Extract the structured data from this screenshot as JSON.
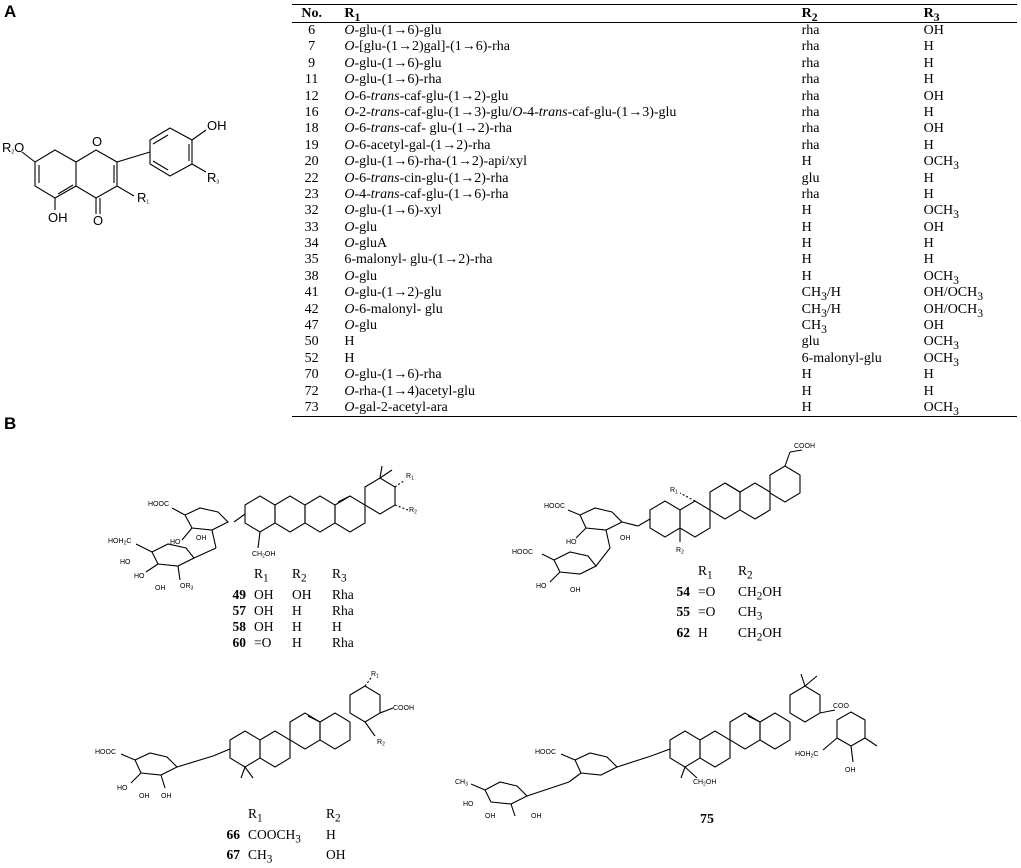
{
  "panel_labels": {
    "a": "A",
    "b": "B"
  },
  "table_a": {
    "headers": {
      "no": "No.",
      "r1": "R1",
      "r2": "R2",
      "r3": "R3"
    },
    "rows": [
      [
        "6",
        "O-glu-(1→6)-glu",
        "rha",
        "OH"
      ],
      [
        "7",
        "O-[glu-(1→2)gal]-(1→6)-rha",
        "rha",
        "H"
      ],
      [
        "9",
        "O-glu-(1→6)-glu",
        "rha",
        "H"
      ],
      [
        "11",
        "O-glu-(1→6)-rha",
        "rha",
        "H"
      ],
      [
        "12",
        "O-6-trans-caf-glu-(1→2)-glu",
        "rha",
        "OH"
      ],
      [
        "16",
        "O-2-trans-caf-glu-(1→3)-glu/O-4-trans-caf-glu-(1→3)-glu",
        "rha",
        "H"
      ],
      [
        "18",
        "O-6-trans-caf- glu-(1→2)-rha",
        "rha",
        "OH"
      ],
      [
        "19",
        "O-6-acetyl-gal-(1→2)-rha",
        "rha",
        "H"
      ],
      [
        "20",
        "O-glu-(1→6)-rha-(1→2)-api/xyl",
        "H",
        "OCH3"
      ],
      [
        "22",
        "O-6-trans-cin-glu-(1→2)-rha",
        "glu",
        "H"
      ],
      [
        "23",
        "O-4-trans-caf-glu-(1→6)-rha",
        "rha",
        "H"
      ],
      [
        "32",
        "O-glu-(1→6)-xyl",
        "H",
        "OCH3"
      ],
      [
        "33",
        "O-glu",
        "H",
        "OH"
      ],
      [
        "34",
        "O-gluA",
        "H",
        "H"
      ],
      [
        "35",
        "6-malonyl- glu-(1→2)-rha",
        "H",
        "H"
      ],
      [
        "38",
        "O-glu",
        "H",
        "OCH3"
      ],
      [
        "41",
        "O-glu-(1→2)-glu",
        "CH3/H",
        "OH/OCH3"
      ],
      [
        "42",
        "O-6-malonyl- glu",
        "CH3/H",
        "OH/OCH3"
      ],
      [
        "47",
        "O-glu",
        "CH3",
        "OH"
      ],
      [
        "50",
        "H",
        "glu",
        "OCH3"
      ],
      [
        "52",
        "H",
        "6-malonyl-glu",
        "OCH3"
      ],
      [
        "70",
        "O-glu-(1→6)-rha",
        "H",
        "H"
      ],
      [
        "72",
        "O-rha-(1→4)acetyl-glu",
        "H",
        "H"
      ],
      [
        "73",
        "O-gal-2-acetyl-ara",
        "H",
        "OCH3"
      ]
    ]
  },
  "flavonoid_labels": {
    "oh_top": "OH",
    "r2o": "R2O",
    "r3": "R3",
    "r1": "R1",
    "oh_bottom": "OH",
    "ketone_o": "O",
    "ring_o": "O"
  },
  "mol1": {
    "labels": {
      "hooc": "HOOC",
      "hoh2c": "HOH2C",
      "ho1": "HO",
      "ho2": "HO",
      "ho3": "HO",
      "oh1": "OH",
      "oh2": "OH",
      "or3": "OR3",
      "ch2oh": "CH2OH",
      "r1": "R1",
      "r2": "R2"
    },
    "legend_header": [
      "R1",
      "R2",
      "R3"
    ],
    "legend_rows": [
      [
        "49",
        "OH",
        "OH",
        "Rha"
      ],
      [
        "57",
        "OH",
        "H",
        "Rha"
      ],
      [
        "58",
        "OH",
        "H",
        "H"
      ],
      [
        "60",
        "=O",
        "H",
        "Rha"
      ]
    ]
  },
  "mol2": {
    "labels": {
      "cooh": "COOH",
      "hooc1": "HOOC",
      "hooc2": "HOOC",
      "ho1": "HO",
      "ho2": "HO",
      "oh1": "OH",
      "oh2": "OH",
      "r1": "R1",
      "r2": "R2"
    },
    "legend_header": [
      "R1",
      "R2"
    ],
    "legend_rows": [
      [
        "54",
        "=O",
        "CH2OH"
      ],
      [
        "55",
        "=O",
        "CH3"
      ],
      [
        "62",
        "H",
        "CH2OH"
      ]
    ]
  },
  "mol3": {
    "labels": {
      "cooh": "COOH",
      "hooc": "HOOC",
      "ho": "HO",
      "oh1": "OH",
      "oh2": "OH",
      "r1": "R1",
      "r2": "R2"
    },
    "legend_header": [
      "R1",
      "R2"
    ],
    "legend_rows": [
      [
        "66",
        "COOCH3",
        "H"
      ],
      [
        "67",
        "CH3",
        "OH"
      ]
    ]
  },
  "mol4": {
    "labels": {
      "hooc": "HOOC",
      "ho": "HO",
      "ch3": "CH3",
      "oh1": "OH",
      "oh2": "OH",
      "oh3": "OH",
      "ch2oh": "CH2OH",
      "hoh2c": "HOH2C",
      "coo": "COO"
    },
    "compound_id": "75"
  }
}
